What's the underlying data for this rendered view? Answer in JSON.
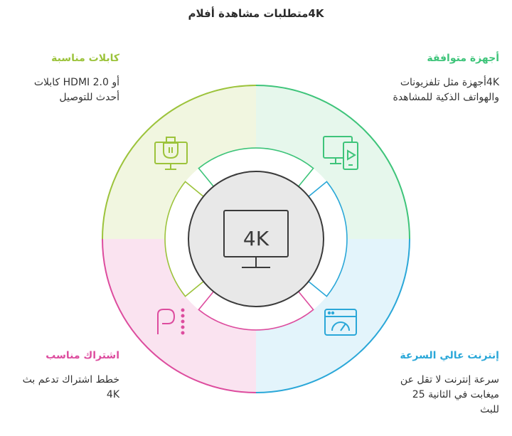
{
  "title": "4Kمتطلبات مشاهدة أفلام",
  "colors": {
    "green": "#3ec47a",
    "green_fill": "#e6f7ec",
    "blue": "#2aa7d8",
    "blue_fill": "#e3f4fb",
    "pink": "#dd4c9e",
    "pink_fill": "#fae3f0",
    "lime": "#9cc33b",
    "lime_fill": "#f1f6e0",
    "center_fill": "#e8e8e8",
    "center_stroke": "#3a3a3a"
  },
  "sections": {
    "devices": {
      "heading": "أجهزة متوافقة",
      "body_line1": "4Kأجهزة مثل تلفزيونات",
      "body_line2": "والهواتف الذكية للمشاهدة",
      "icon": "tv-phone-icon"
    },
    "internet": {
      "heading": "إنترنت عالي السرعة",
      "body_line1": "سرعة إنترنت لا تقل عن",
      "body_line2": "ميغابت في الثانية 25",
      "body_line3": "للبث",
      "icon": "browser-speed-icon"
    },
    "subscription": {
      "heading": "اشتراك مناسب",
      "body_line1": "خطط اشتراك تدعم بث",
      "body_line2": "4K",
      "icon": "paramount-plus-icon"
    },
    "cables": {
      "heading": "كابلات مناسبة",
      "body_line1": "أو HDMI 2.0 كابلات",
      "body_line2": "أحدث للتوصيل",
      "icon": "hdmi-cable-icon"
    }
  },
  "center": {
    "label": "4K",
    "icon": "4k-monitor-icon"
  }
}
